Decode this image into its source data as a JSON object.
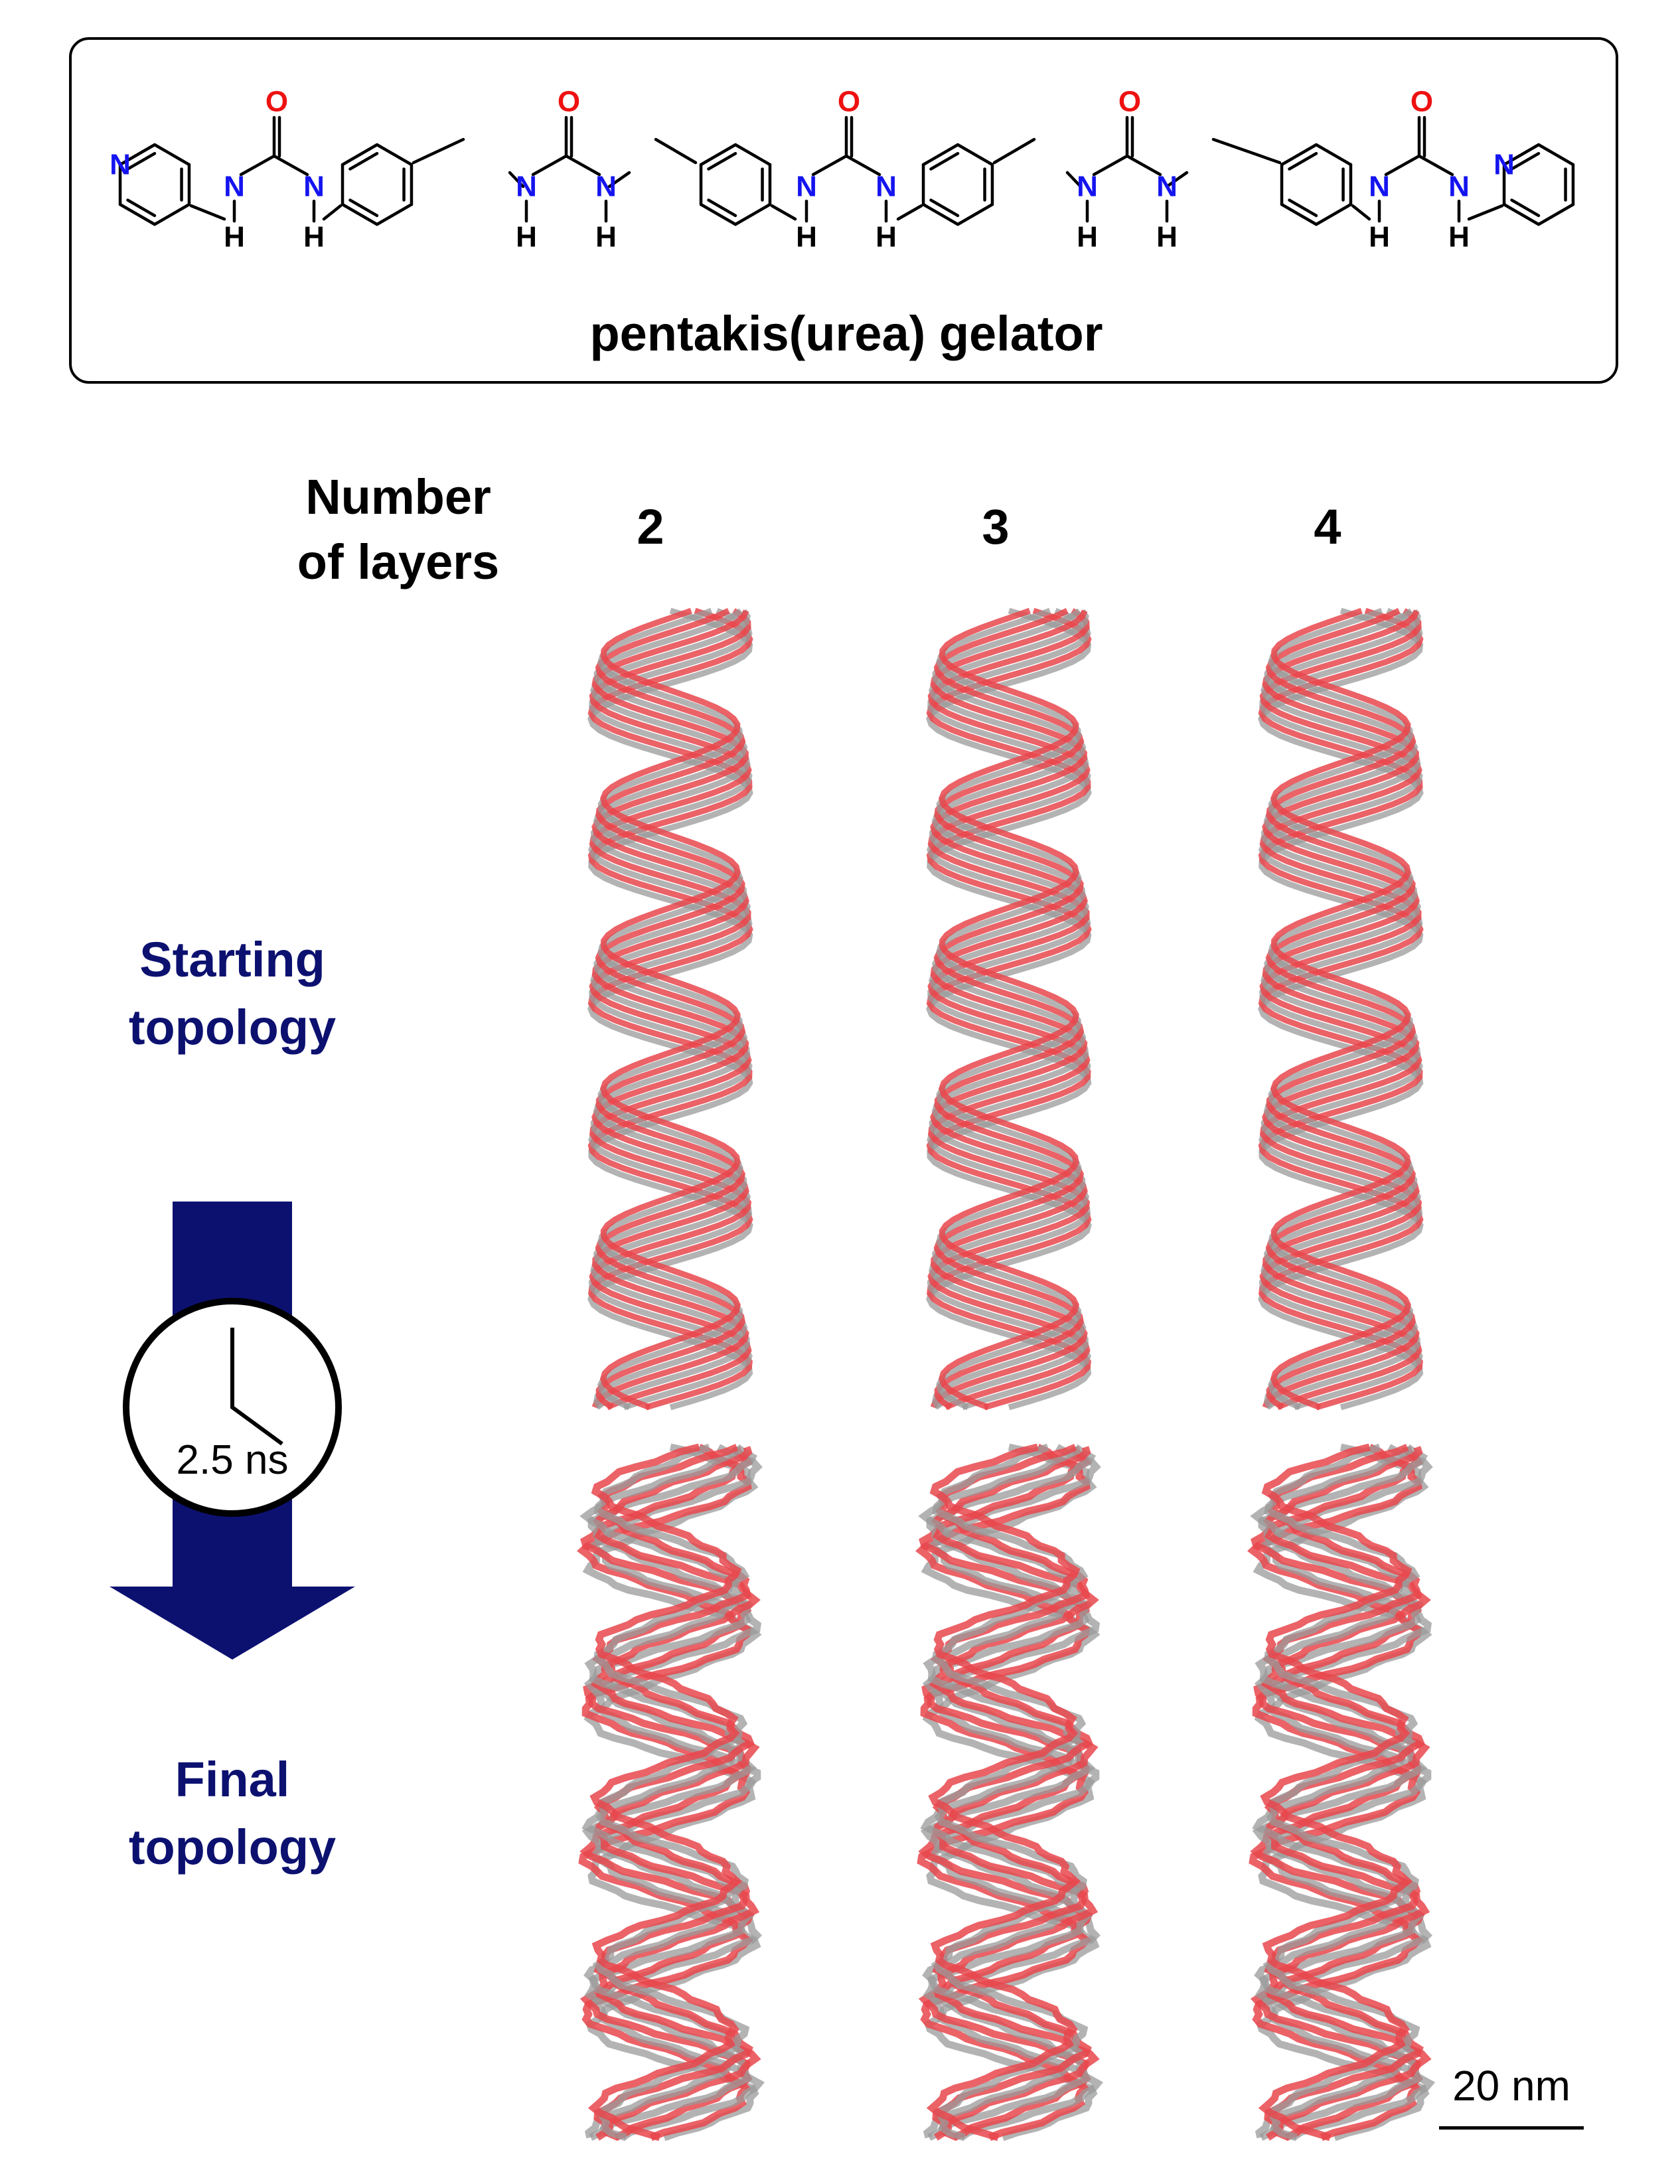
{
  "molecule": {
    "title": "pentakis(urea) gelator",
    "atom_labels": {
      "nitrogen": "N",
      "oxygen": "O",
      "hydrogen": "H"
    }
  },
  "column_header": {
    "text_line1": "Number",
    "text_line2": "of layers"
  },
  "columns": [
    {
      "label": "2"
    },
    {
      "label": "3"
    },
    {
      "label": "4"
    }
  ],
  "row_labels": {
    "starting": {
      "line1": "Starting",
      "line2": "topology"
    },
    "final": {
      "line1": "Final",
      "line2": "topology"
    }
  },
  "time_arrow": {
    "label": "2.5 ns"
  },
  "scale_bar": {
    "label": "20 nm"
  },
  "colors": {
    "nitrogen": "#1414f0",
    "oxygen": "#ee1111",
    "arrow": "#0c1170",
    "label_blue": "#0c1170",
    "helix_red": "#e8474c",
    "helix_grey": "#9a9a9a"
  }
}
